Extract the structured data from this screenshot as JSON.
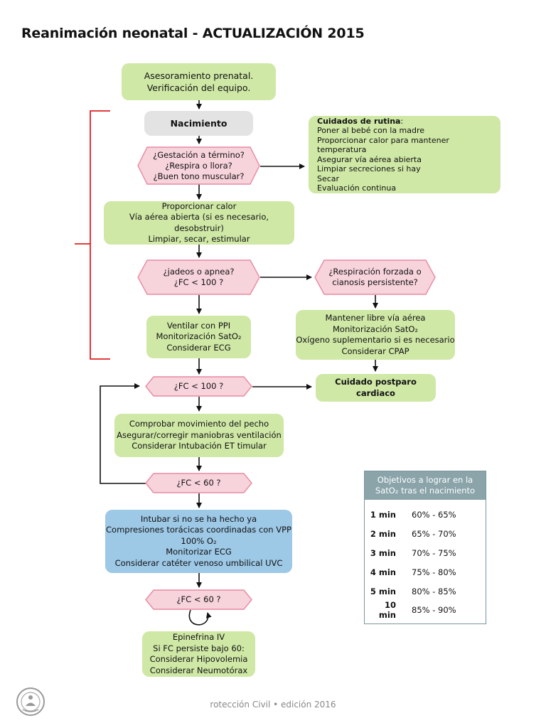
{
  "title": "Reanimación neonatal -  ACTUALIZACIÓN 2015",
  "nodes": {
    "prenatal": [
      "Asesoramiento prenatal.",
      "Verificación del equipo."
    ],
    "nacimiento": "Nacimiento",
    "q_termino": [
      "¿Gestación a término?",
      "¿Respira o llora?",
      "¿Buen tono muscular?"
    ],
    "cuidados": {
      "heading": "Cuidados de rutina",
      "colon": ":",
      "items": [
        "Poner al bebé con la madre",
        "Proporcionar calor para mantener temperatura",
        "Asegurar vía aérea abierta",
        "Limpiar secreciones si hay",
        "Secar",
        "Evaluación continua"
      ]
    },
    "calor": [
      "Proporcionar calor",
      "Vía aérea abierta (si es necesario, desobstruir)",
      "Limpiar, secar, estimular"
    ],
    "q_jadeos": [
      "¿jadeos o apnea?",
      "¿FC < 100 ?"
    ],
    "q_respiracion": [
      "¿Respiración forzada o",
      "cianosis persistente?"
    ],
    "ventilar": [
      "Ventilar con PPI",
      "Monitorización SatO₂",
      "Considerar ECG"
    ],
    "mantener": [
      "Mantener libre vía aérea",
      "Monitorización SatO₂",
      "Oxígeno suplementario si es necesario",
      "Considerar CPAP"
    ],
    "q_fc100": "¿FC < 100 ?",
    "postparo": "Cuidado postparo cardiaco",
    "comprobar": [
      "Comprobar movimiento del pecho",
      "Asegurar/corregir maniobras ventilación",
      "Considerar Intubación ET timular"
    ],
    "q_fc60a": "¿FC < 60 ?",
    "intubar": [
      "Intubar si no se ha hecho ya",
      "Compresiones torácicas coordinadas con VPP",
      "100% O₂",
      "Monitorizar ECG",
      "Considerar catéter venoso umbilical UVC"
    ],
    "q_fc60b": "¿FC < 60 ?",
    "epinefrina": [
      "Epinefrina IV",
      "Si FC persiste bajo 60:",
      "Considerar Hipovolemia",
      "Considerar Neumotórax"
    ]
  },
  "sato2_table": {
    "heading": [
      "Objetivos a lograr en la",
      "SatO₂ tras el nacimiento"
    ],
    "rows": [
      {
        "time": "1 min",
        "range": "60% - 65%"
      },
      {
        "time": "2 min",
        "range": "65% - 70%"
      },
      {
        "time": "3 min",
        "range": "70% - 75%"
      },
      {
        "time": "4 min",
        "range": "75% - 80%"
      },
      {
        "time": "5 min",
        "range": "80% - 85%"
      },
      {
        "time": "10 min",
        "range": "85% - 90%"
      }
    ]
  },
  "footer": "rotección Civil • edición 2016",
  "colors": {
    "green_box": "#cfe8a6",
    "pink_hex": "#f7d3dc",
    "pink_border": "#e88aa2",
    "blue_box": "#9dc8e6",
    "gray_box": "#e3e3e3",
    "bracket": "#e02020",
    "table_header": "#8aa4aa"
  }
}
